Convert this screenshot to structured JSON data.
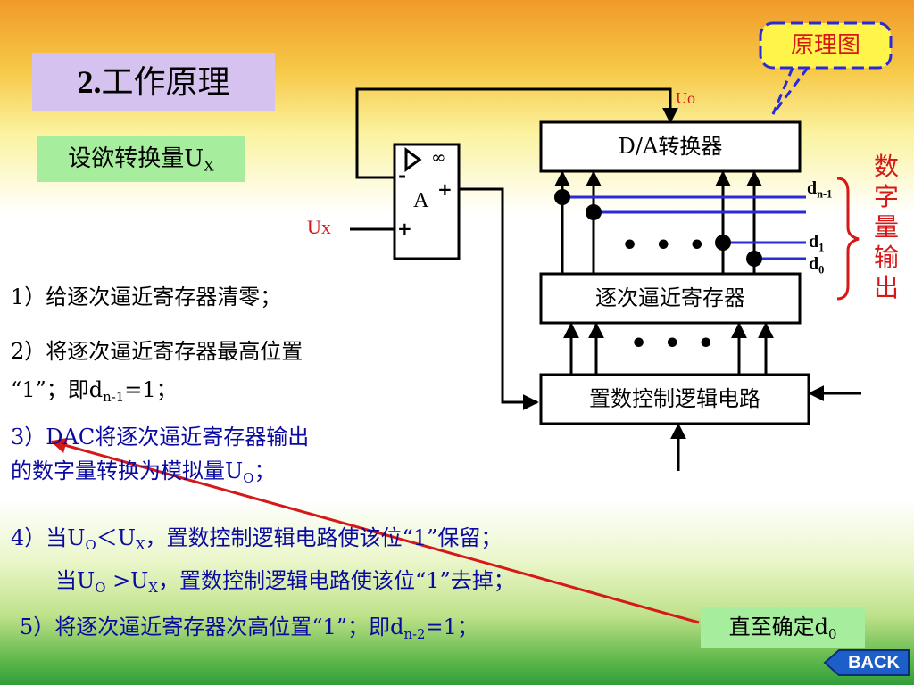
{
  "title": {
    "number": "2.",
    "text": "工作原理"
  },
  "given": {
    "prefix": "设欲转换量U",
    "sub": "X"
  },
  "diagram": {
    "callout": "原理图",
    "uo_label": "Uo",
    "ux_label": "Ux",
    "amp_infinity": "∞",
    "amp_minus": "-",
    "amp_plus_top": "+",
    "amp_plus_in": "+",
    "amp_name": "A",
    "dac_label": "D/A转换器",
    "sar_label": "逐次逼近寄存器",
    "ctrl_label": "置数控制逻辑电路",
    "dots_top": "• • •",
    "dots_bottom": "• • •",
    "d_n1": {
      "base": "d",
      "sub": "n-1"
    },
    "d_1": {
      "base": "d",
      "sub": "1"
    },
    "d_0": {
      "base": "d",
      "sub": "0"
    },
    "digital_output": [
      "数",
      "字",
      "量",
      "输",
      "出"
    ],
    "colors": {
      "bus": "#2a2ad8",
      "red": "#d61818",
      "callout_border": "#2a2ad8",
      "callout_fill": "#fff44a"
    }
  },
  "steps": {
    "s1": "1）给逐次逼近寄存器清零；",
    "s2_line1": "2）将逐次逼近寄存器最高位置",
    "s2_line2_pre": "“1”；即d",
    "s2_line2_sub": "n-1",
    "s2_line2_post": "=1；",
    "s3_line1": "3）DAC将逐次逼近寄存器输出",
    "s3_line2_pre": "的数字量转换为模拟量U",
    "s3_line2_sub": "O",
    "s3_line2_post": "；",
    "s4_line1": {
      "p1": "4）当U",
      "s1": "O",
      "p2": "＜U",
      "s2": "X",
      "p3": "，置数控制逻辑电路使该位“1”保留；"
    },
    "s4_line2": {
      "p1": "当U",
      "s1": "O",
      "p2": " >U",
      "s2": "X",
      "p3": "，置数控制逻辑电路使该位“1”去掉；"
    },
    "s5": {
      "pre": "5）将逐次逼近寄存器次高位置“1”；即d",
      "sub": "n-2",
      "post": "=1；"
    }
  },
  "until": {
    "pre": "直至确定d",
    "sub": "0"
  },
  "back_button": "BACK"
}
